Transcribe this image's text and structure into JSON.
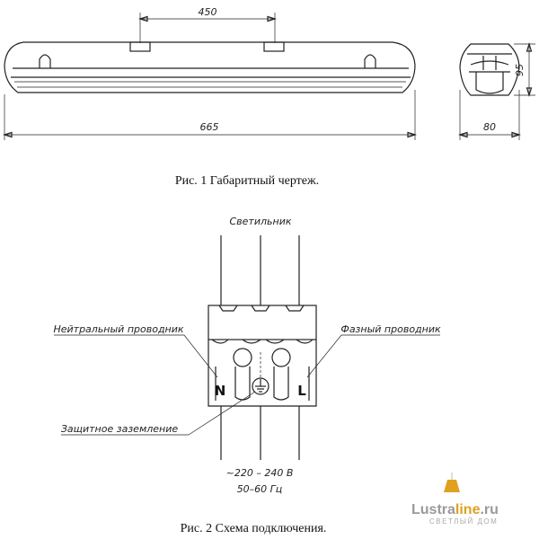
{
  "fig1": {
    "dim_top": "450",
    "dim_length": "665",
    "dim_height": "95",
    "dim_width": "80",
    "caption": "Рис. 1  Габаритный чертеж."
  },
  "fig2": {
    "label_fixture": "Светильник",
    "label_neutral": "Нейтральный проводник",
    "label_phase": "Фазный проводник",
    "label_ground": "Защитное заземление",
    "terminal_n": "N",
    "terminal_l": "L",
    "supply_voltage": "~220 – 240 В",
    "supply_freq": "50–60 Гц",
    "caption": "Рис. 2  Схема подключения."
  },
  "watermark": {
    "name_part1": "Lustra",
    "name_part2": "line",
    "name_part3": ".ru",
    "tagline": "СВЕТЛЫЙ ДОМ"
  }
}
